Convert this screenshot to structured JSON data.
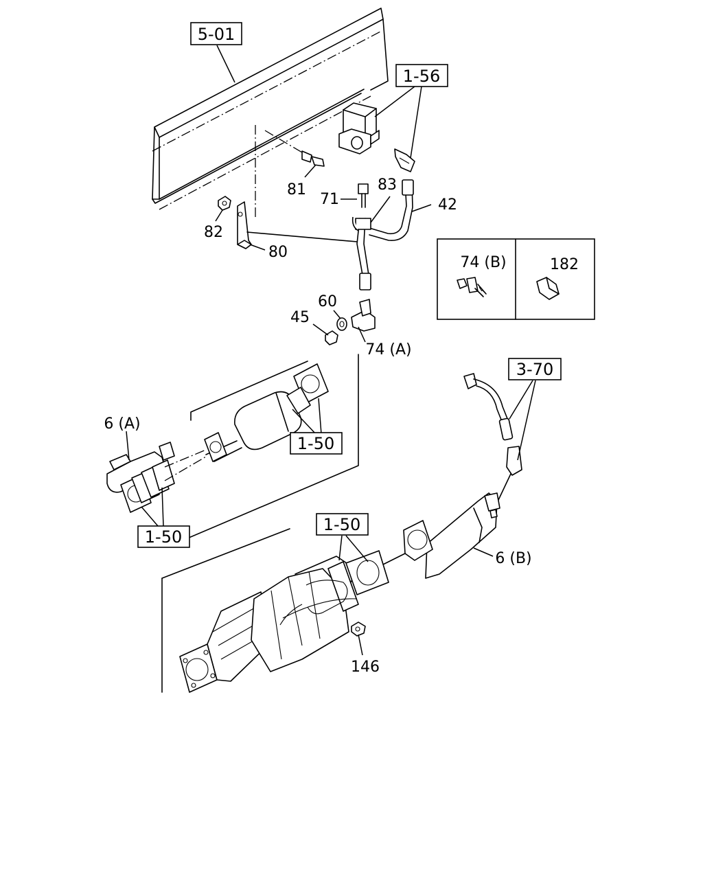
{
  "references": {
    "r_5_01": "5-01",
    "r_1_56": "1-56",
    "r_3_70": "3-70",
    "r_1_50_mid": "1-50",
    "r_1_50_left": "1-50",
    "r_1_50_low": "1-50"
  },
  "parts": {
    "p81": "81",
    "p71": "71",
    "p83": "83",
    "p42": "42",
    "p82": "82",
    "p80": "80",
    "p60": "60",
    "p45": "45",
    "p74a": "74 (A)",
    "p6a": "6 (A)",
    "p6b": "6 (B)",
    "p146": "146"
  },
  "inset": {
    "left_label": "74 (B)",
    "right_label": "182"
  }
}
